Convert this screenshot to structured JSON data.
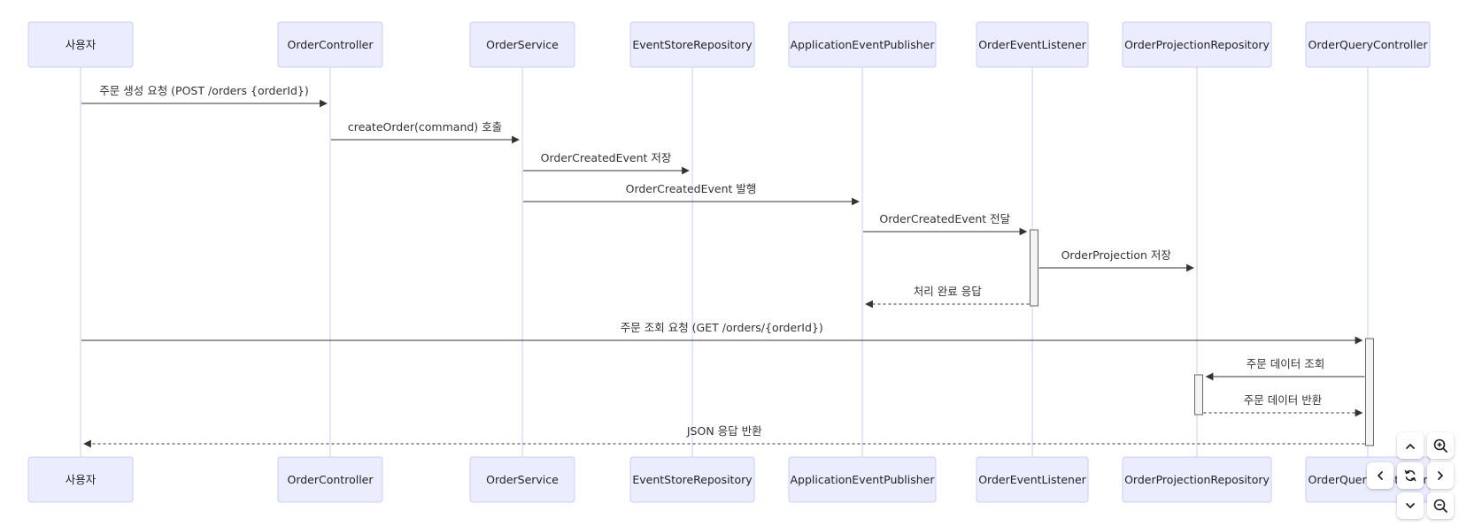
{
  "participants": [
    "사용자",
    "OrderController",
    "OrderService",
    "EventStoreRepository",
    "ApplicationEventPublisher",
    "OrderEventListener",
    "OrderProjectionRepository",
    "OrderQueryController"
  ],
  "messages": [
    {
      "from": 0,
      "to": 1,
      "label": "주문 생성 요청 (POST /orders {orderId})",
      "dashed": false
    },
    {
      "from": 1,
      "to": 2,
      "label": "createOrder(command) 호출",
      "dashed": false
    },
    {
      "from": 2,
      "to": 3,
      "label": "OrderCreatedEvent 저장",
      "dashed": false
    },
    {
      "from": 2,
      "to": 4,
      "label": "OrderCreatedEvent 발행",
      "dashed": false
    },
    {
      "from": 4,
      "to": 5,
      "label": "OrderCreatedEvent 전달",
      "dashed": false
    },
    {
      "from": 5,
      "to": 6,
      "label": "OrderProjection 저장",
      "dashed": false
    },
    {
      "from": 5,
      "to": 4,
      "label": "처리 완료 응답",
      "dashed": true
    },
    {
      "from": 0,
      "to": 7,
      "label": "주문 조회 요청 (GET /orders/{orderId})",
      "dashed": false
    },
    {
      "from": 7,
      "to": 6,
      "label": "주문 데이터 조회",
      "dashed": false
    },
    {
      "from": 6,
      "to": 7,
      "label": "주문 데이터 반환",
      "dashed": true
    },
    {
      "from": 7,
      "to": 0,
      "label": "JSON 응답 반환",
      "dashed": true
    }
  ],
  "activations": [
    {
      "participant": 5,
      "from_message": 4,
      "to_message": 6
    },
    {
      "participant": 7,
      "from_message": 7,
      "to_message": 10
    },
    {
      "participant": 6,
      "from_message": 8,
      "to_message": 9
    }
  ],
  "controls": [
    {
      "name": "pan-up-button",
      "icon": "chevron-up-icon"
    },
    {
      "name": "zoom-in-button",
      "icon": "zoom-in-icon"
    },
    {
      "name": "pan-left-button",
      "icon": "chevron-left-icon"
    },
    {
      "name": "reset-view-button",
      "icon": "refresh-icon"
    },
    {
      "name": "pan-right-button",
      "icon": "chevron-right-icon"
    },
    {
      "name": "pan-down-button",
      "icon": "chevron-down-icon"
    },
    {
      "name": "zoom-out-button",
      "icon": "zoom-out-icon"
    }
  ],
  "colors": {
    "actor_fill": "#ECECFF",
    "actor_stroke": "#CCCCFF",
    "lifeline": "#D4D4F8",
    "message_line": "#333333"
  }
}
